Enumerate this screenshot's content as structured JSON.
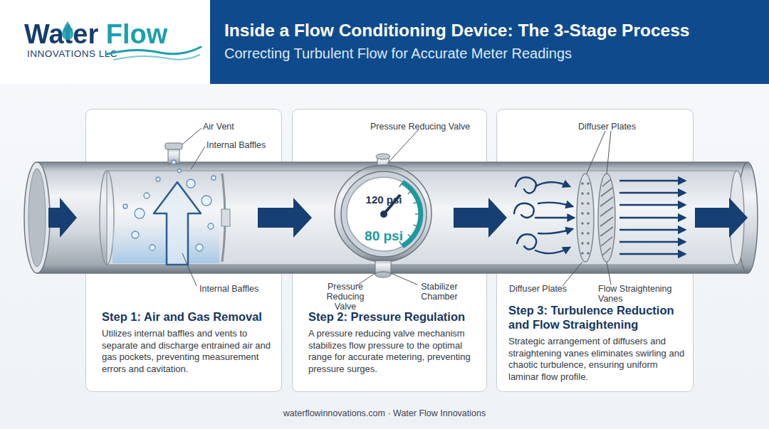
{
  "diagram": {
    "title": "Inside a Flow Conditioning Device: The 3-Stage Process",
    "nodes": [
      {
        "text": [
          "Water Flow",
          "INNOVATIONS LLC"
        ]
      },
      {
        "text": [
          "Step 1: Air and Gas Removal",
          "Utilizes internal baffles and vents to separate and discharge entrained air and gas pockets, preventing measurement errors and cavitation."
        ]
      },
      {
        "text": [
          "Step 2: Pressure Regulation",
          "A pressure reducing valve mechanism stabilizes flow pressure to the optimal range for accurate metering, preventing pressure surges."
        ]
      },
      {
        "text": [
          "120 psi",
          "80 psi"
        ],
        "in": 2
      },
      {
        "text": [
          "Step 3: Turbulence Reduction and Flow Straightening",
          "Strategic arrangement of diffusers and straightening vanes eliminates swirling and chaotic turbulence, ensuring uniform laminar flow profile."
        ]
      }
    ],
    "labels": [
      "Correcting Turbulent Flow for Accurate Meter Readings",
      "Air Vent",
      "Internal Baffles",
      "Internal Baffles",
      "Pressure Reducing Valve",
      "Pressure Reducing Valve",
      "Stabilizer Chamber",
      "Diffuser Plates",
      "Diffuser Plates",
      "Flow Straightening Vanes",
      "waterflowinnovations.com · Water Flow Innovations"
    ]
  }
}
